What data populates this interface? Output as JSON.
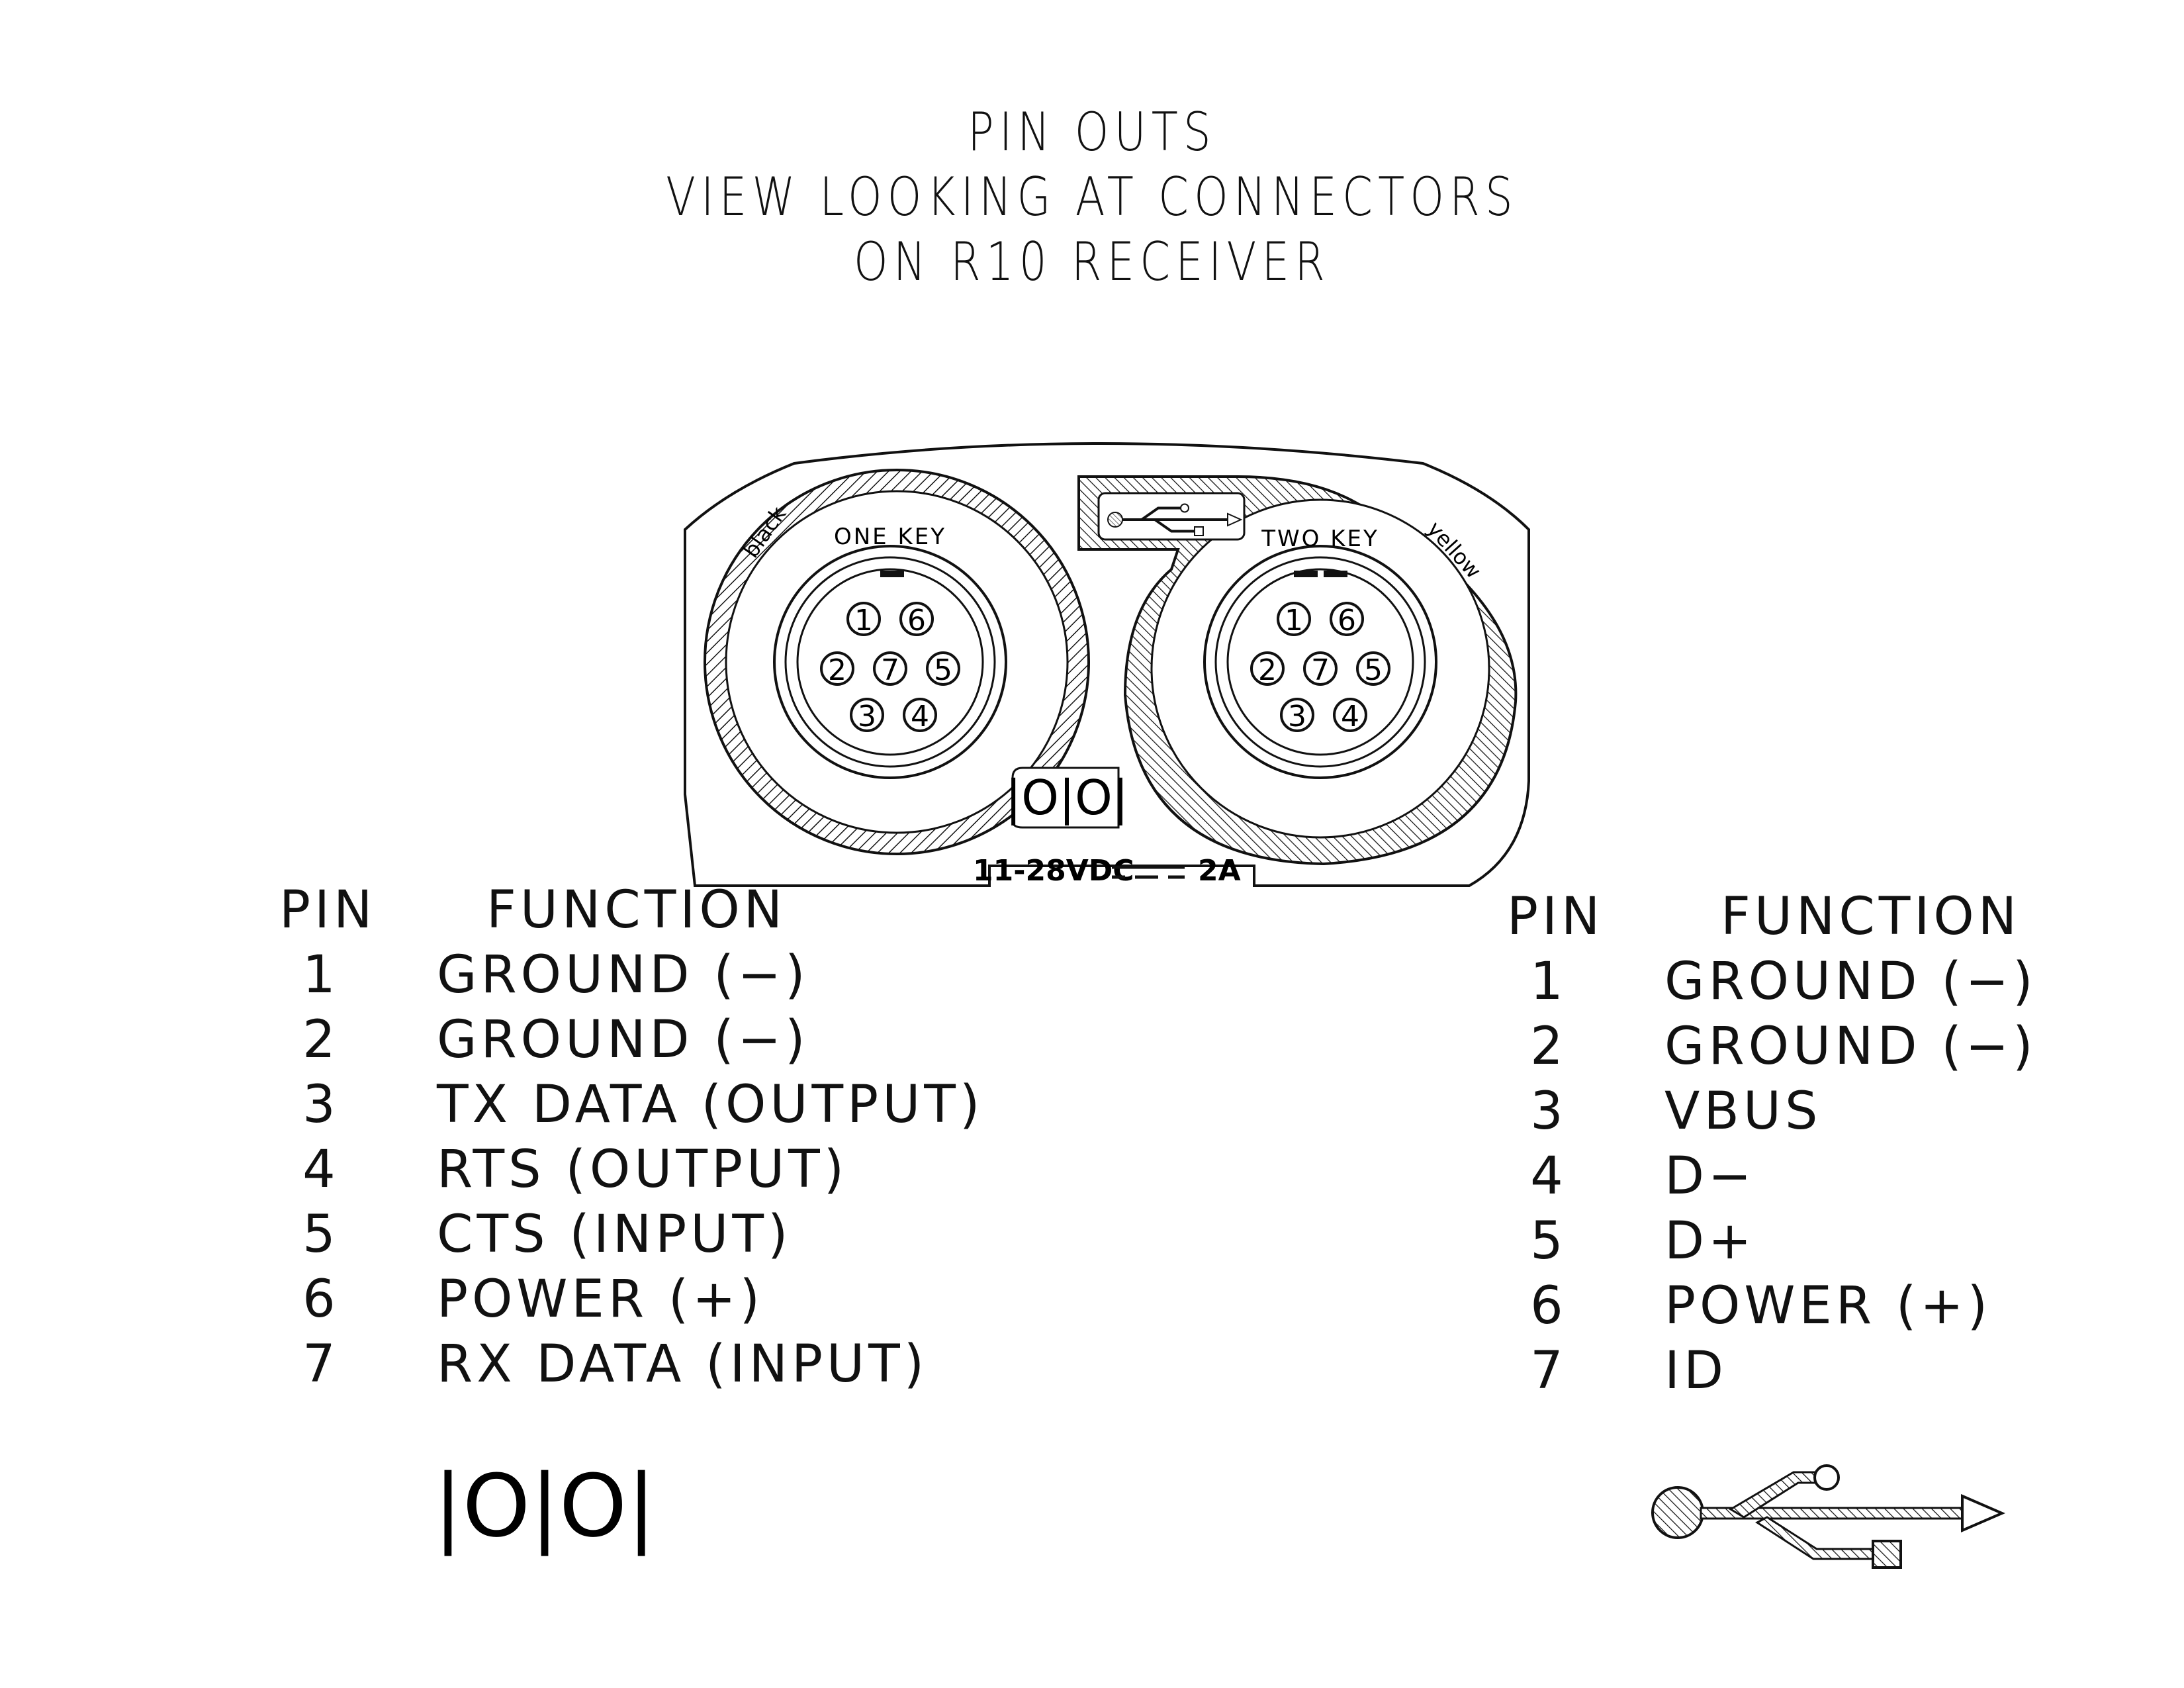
{
  "title": {
    "line1": "PIN OUTS",
    "line2": "VIEW LOOKING AT CONNECTORS",
    "line3": "ON R10 RECEIVER"
  },
  "connectors": {
    "left": {
      "key_label": "ONE KEY",
      "color_label": "black",
      "pins": [
        "1",
        "2",
        "3",
        "4",
        "5",
        "6",
        "7"
      ]
    },
    "right": {
      "key_label": "TWO KEY",
      "color_label": "yellow",
      "pins": [
        "1",
        "2",
        "3",
        "4",
        "5",
        "6",
        "7"
      ]
    },
    "serial_symbol": "|O|O|",
    "power_rating_left": "11-28VDC",
    "power_rating_right": "2A"
  },
  "left_table": {
    "header_pin": "PIN",
    "header_function": "FUNCTION",
    "rows": [
      {
        "pin": "1",
        "function": "GROUND (−)"
      },
      {
        "pin": "2",
        "function": "GROUND (−)"
      },
      {
        "pin": "3",
        "function": "TX DATA (OUTPUT)"
      },
      {
        "pin": "4",
        "function": "RTS (OUTPUT)"
      },
      {
        "pin": "5",
        "function": "CTS (INPUT)"
      },
      {
        "pin": "6",
        "function": "POWER (+)"
      },
      {
        "pin": "7",
        "function": "RX DATA (INPUT)"
      }
    ],
    "symbol": "|O|O|"
  },
  "right_table": {
    "header_pin": "PIN",
    "header_function": "FUNCTION",
    "rows": [
      {
        "pin": "1",
        "function": "GROUND (−)"
      },
      {
        "pin": "2",
        "function": "GROUND (−)"
      },
      {
        "pin": "3",
        "function": "VBUS"
      },
      {
        "pin": "4",
        "function": "D−"
      },
      {
        "pin": "5",
        "function": "D+"
      },
      {
        "pin": "6",
        "function": "POWER (+)"
      },
      {
        "pin": "7",
        "function": "ID"
      }
    ],
    "symbol_icon": "usb-icon"
  }
}
